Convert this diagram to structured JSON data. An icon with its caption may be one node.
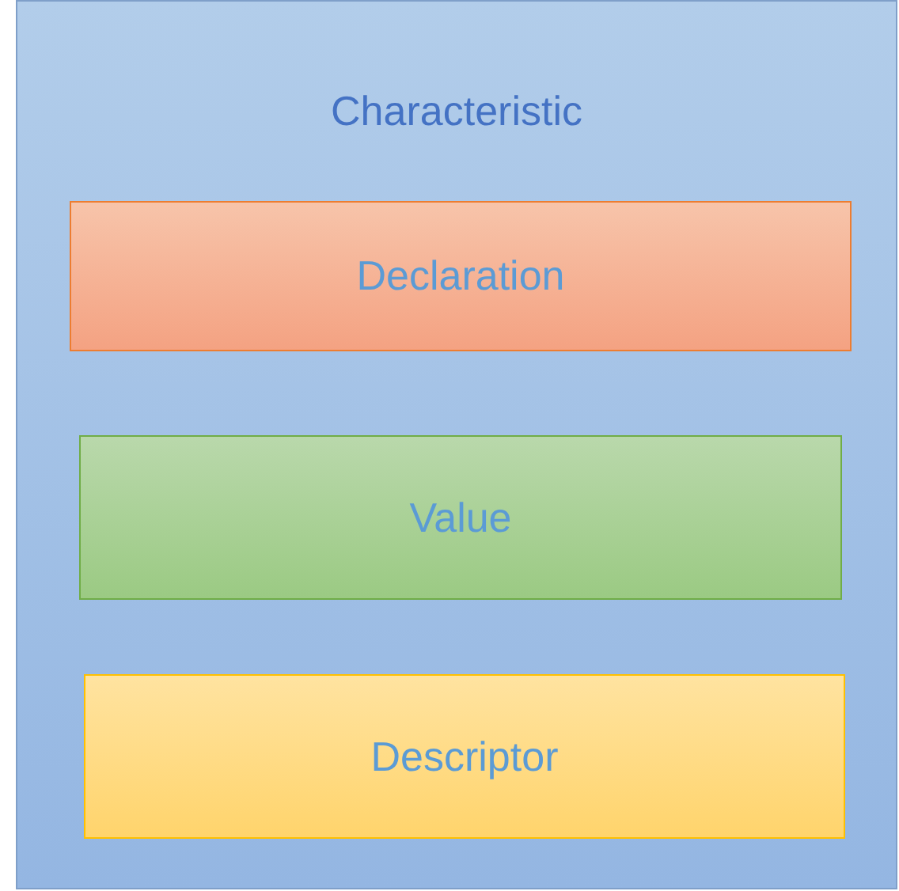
{
  "diagram": {
    "nodes": [
      {
        "text": [
          "Characteristic"
        ]
      },
      {
        "text": [
          "Declaration"
        ],
        "in": 0
      },
      {
        "text": [
          "Value"
        ],
        "in": 0
      },
      {
        "text": [
          "Descriptor"
        ],
        "in": 0
      }
    ]
  }
}
